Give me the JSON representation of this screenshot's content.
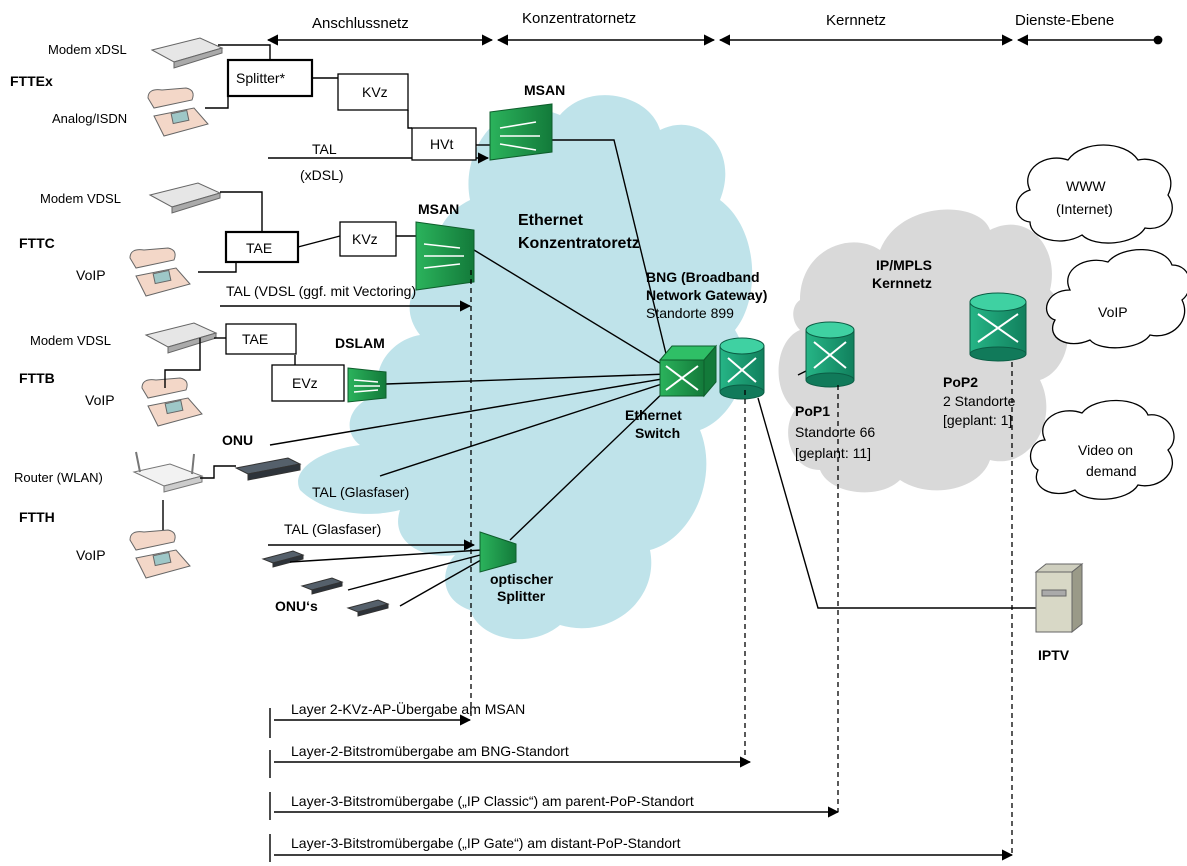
{
  "header": {
    "anschlussnetz": "Anschlussnetz",
    "konzentratornetz": "Konzentratornetz",
    "kernnetz": "Kernnetz",
    "dienste_ebene": "Dienste-Ebene"
  },
  "access_types": {
    "fttex": "FTTEx",
    "fttc": "FTTC",
    "fttb": "FTTB",
    "ftth": "FTTH"
  },
  "devices": {
    "modem_xdsl": "Modem xDSL",
    "analog_isdn": "Analog/ISDN",
    "modem_vdsl_1": "Modem VDSL",
    "voip_1": "VoIP",
    "modem_vdsl_2": "Modem VDSL",
    "voip_2": "VoIP",
    "router_wlan": "Router (WLAN)",
    "voip_3": "VoIP",
    "onu": "ONU",
    "onus": "ONU‘s"
  },
  "boxes": {
    "splitter": "Splitter*",
    "kvz_1": "KVz",
    "hvt": "HVt",
    "tae_1": "TAE",
    "kvz_2": "KVz",
    "tae_2": "TAE",
    "evz": "EVz"
  },
  "lines": {
    "tal_xdsl_1": "TAL",
    "tal_xdsl_2": "(xDSL)",
    "tal_vdsl": "TAL (VDSL (ggf. mit Vectoring)",
    "tal_glas_1": "TAL (Glasfaser)",
    "tal_glas_2": "TAL (Glasfaser)"
  },
  "nodes": {
    "msan_1": "MSAN",
    "msan_2": "MSAN",
    "dslam": "DSLAM",
    "optischer_1": "optischer",
    "optischer_2": "Splitter",
    "ethernet_switch_1": "Ethernet",
    "ethernet_switch_2": "Switch",
    "ethernet_cloud_1": "Ethernet",
    "ethernet_cloud_2": "Konzentratoretz",
    "bng_1": "BNG (Broadband",
    "bng_2": "Network Gateway)",
    "bng_3": "Standorte 899",
    "ipmpls_1": "IP/MPLS",
    "ipmpls_2": "Kernnetz",
    "pop1_1": "PoP1",
    "pop1_2": "Standorte 66",
    "pop1_3": "[geplant: 11]",
    "pop2_1": "PoP2",
    "pop2_2": "2 Standorte",
    "pop2_3": "[geplant: 1]",
    "iptv": "IPTV"
  },
  "services": {
    "www_1": "WWW",
    "www_2": "(Internet)",
    "voip": "VoIP",
    "video_1": "Video on",
    "video_2": "demand"
  },
  "handover": {
    "l2_kvz": "Layer 2-KVz-AP-Übergabe  am MSAN",
    "l2_bng": "Layer-2-Bitstromübergabe am BNG-Standort",
    "l3_classic": "Layer-3-Bitstromübergabe („IP Classic“) am parent-PoP-Standort",
    "l3_gate": "Layer-3-Bitstromübergabe („IP Gate“) am distant-PoP-Standort"
  },
  "colors": {
    "ethernet_cloud": "#bfe3ea",
    "core_cloud": "#d9d9d9",
    "node_green": "#1f9a4d",
    "router_teal": "#1ea37a"
  }
}
